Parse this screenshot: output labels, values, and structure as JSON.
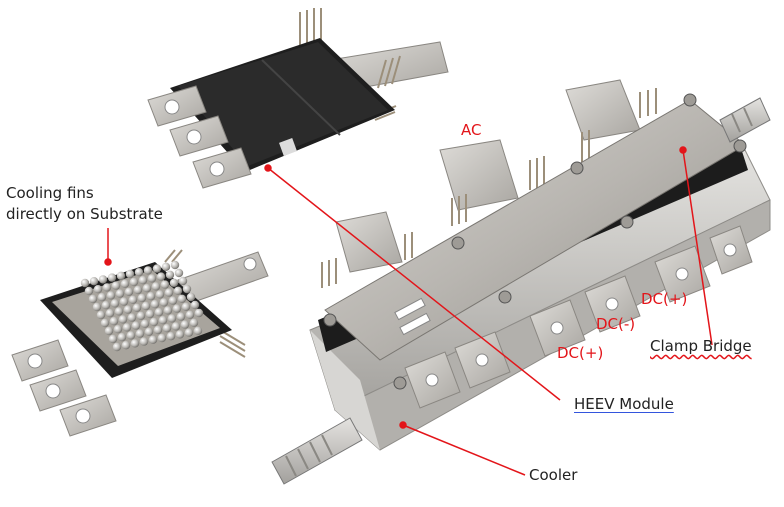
{
  "labels": {
    "cooling_fins_line1": "Cooling fins",
    "cooling_fins_line2": "directly on Substrate",
    "ac": "AC",
    "dc_plus_top": "DC(+)",
    "dc_minus": "DC(-)",
    "dc_plus_bottom": "DC(+)",
    "clamp_bridge": "Clamp Bridge",
    "heev_module": "HEEV Module",
    "cooler": "Cooler"
  },
  "colors": {
    "callout_red": "#e3151a",
    "label_dark": "#222222",
    "module_black": "#1c1c1c",
    "steel": "#b9b6b1",
    "tab_metal": "#c8c5c0"
  }
}
